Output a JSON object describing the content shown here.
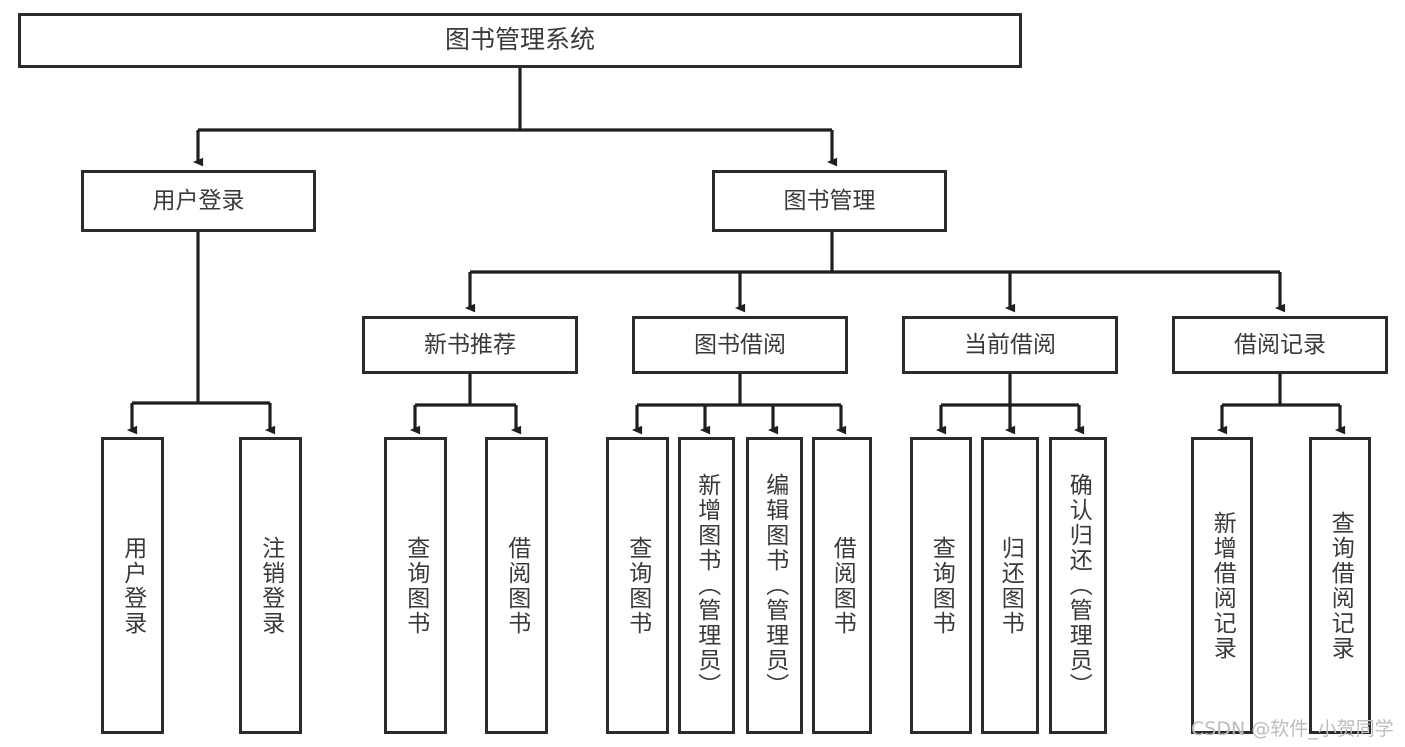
{
  "diagram": {
    "title": "图书管理系统",
    "type": "hierarchy-tree",
    "watermark": "CSDN @软件_小贺同学",
    "colors": {
      "background": "#ffffff",
      "box_border": "#2b2b2b",
      "box_fill": "#ffffff",
      "text": "#3a3a3a",
      "connector": "#1f1f1f",
      "watermark": "#bcbcbc"
    },
    "nodes": {
      "root": {
        "label": "图书管理系统"
      },
      "level2": [
        {
          "id": "user-login",
          "label": "用户登录"
        },
        {
          "id": "book-management",
          "label": "图书管理"
        }
      ],
      "level3": [
        {
          "id": "new-book-recommend",
          "label": "新书推荐"
        },
        {
          "id": "book-borrow",
          "label": "图书借阅"
        },
        {
          "id": "current-borrow",
          "label": "当前借阅"
        },
        {
          "id": "borrow-record",
          "label": "借阅记录"
        }
      ],
      "leaves": {
        "user-login": [
          {
            "id": "leaf-user-login",
            "label": "用户登录"
          },
          {
            "id": "leaf-user-logout",
            "label": "注销登录"
          }
        ],
        "new-book-recommend": [
          {
            "id": "leaf-query-book-1",
            "label": "查询图书"
          },
          {
            "id": "leaf-borrow-book-1",
            "label": "借阅图书"
          }
        ],
        "book-borrow": [
          {
            "id": "leaf-query-book-2",
            "label": "查询图书"
          },
          {
            "id": "leaf-add-book",
            "label": "新增图书（管理员）"
          },
          {
            "id": "leaf-edit-book",
            "label": "编辑图书（管理员）"
          },
          {
            "id": "leaf-borrow-book-2",
            "label": "借阅图书"
          }
        ],
        "current-borrow": [
          {
            "id": "leaf-query-book-3",
            "label": "查询图书"
          },
          {
            "id": "leaf-return-book",
            "label": "归还图书"
          },
          {
            "id": "leaf-confirm-return",
            "label": "确认归还（管理员）"
          }
        ],
        "borrow-record": [
          {
            "id": "leaf-add-record",
            "label": "新增借阅记录"
          },
          {
            "id": "leaf-query-record",
            "label": "查询借阅记录"
          }
        ]
      }
    }
  }
}
